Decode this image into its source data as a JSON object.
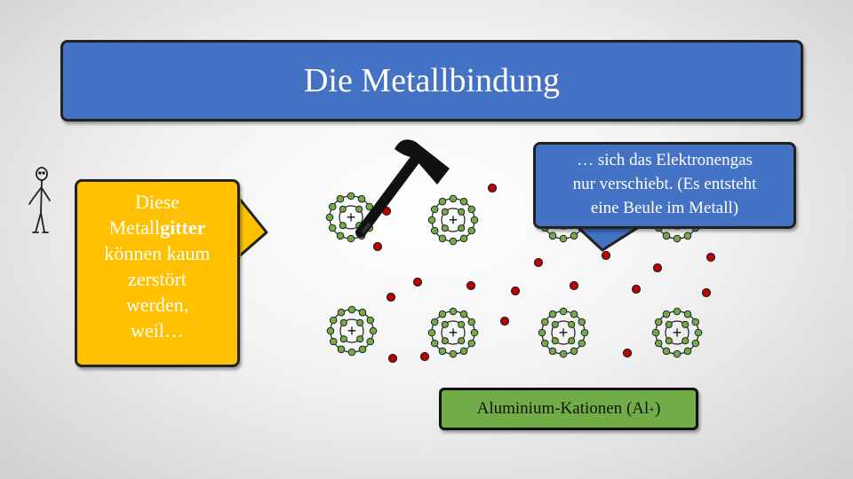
{
  "slide": {
    "title": "Die Metallbindung",
    "left_bubble": {
      "lines": [
        "Diese",
        "Metall",
        "gitter",
        "können kaum",
        "zerstört",
        "werden,",
        "weil…"
      ]
    },
    "right_bubble": {
      "lines": [
        "… sich das Elektronengas",
        "nur verschiebt. (Es entsteht",
        "eine Beule im Metall)"
      ]
    },
    "label": {
      "text": "Aluminium-Kationen (Al",
      "superscript": "+",
      "suffix": ")"
    },
    "ion_symbol": "+"
  },
  "colors": {
    "title_bg": "#4472c4",
    "left_bubble_bg": "#ffc000",
    "right_bubble_bg": "#4472c4",
    "label_bg": "#70ad47",
    "electron_shell": "#70ad47",
    "free_electron": "#c00000"
  }
}
